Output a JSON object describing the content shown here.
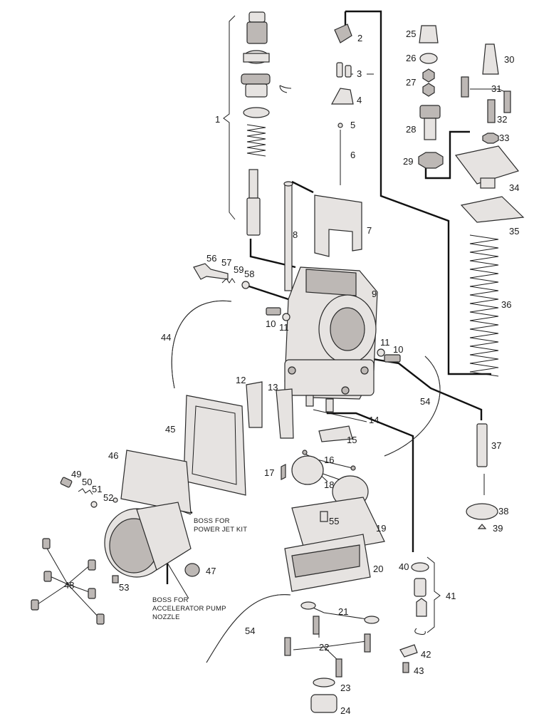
{
  "labels": [
    "1",
    "2",
    "3",
    "4",
    "5",
    "6",
    "7",
    "8",
    "9",
    "10",
    "11",
    "12",
    "13",
    "14",
    "15",
    "16",
    "17",
    "18",
    "19",
    "20",
    "21",
    "22",
    "23",
    "24",
    "25",
    "26",
    "27",
    "28",
    "29",
    "30",
    "31",
    "32",
    "33",
    "34",
    "35",
    "36",
    "37",
    "38",
    "39",
    "40",
    "41",
    "42",
    "43",
    "44",
    "45",
    "46",
    "47",
    "48",
    "49",
    "50",
    "51",
    "52",
    "53",
    "54",
    "55",
    "56",
    "57",
    "58",
    "59"
  ],
  "notes": {
    "power_jet_line1": "BOSS FOR",
    "power_jet_line2": "POWER JET KIT",
    "accel_line1": "BOSS FOR",
    "accel_line2": "ACCELERATOR PUMP",
    "accel_line3": "NOZZLE"
  }
}
